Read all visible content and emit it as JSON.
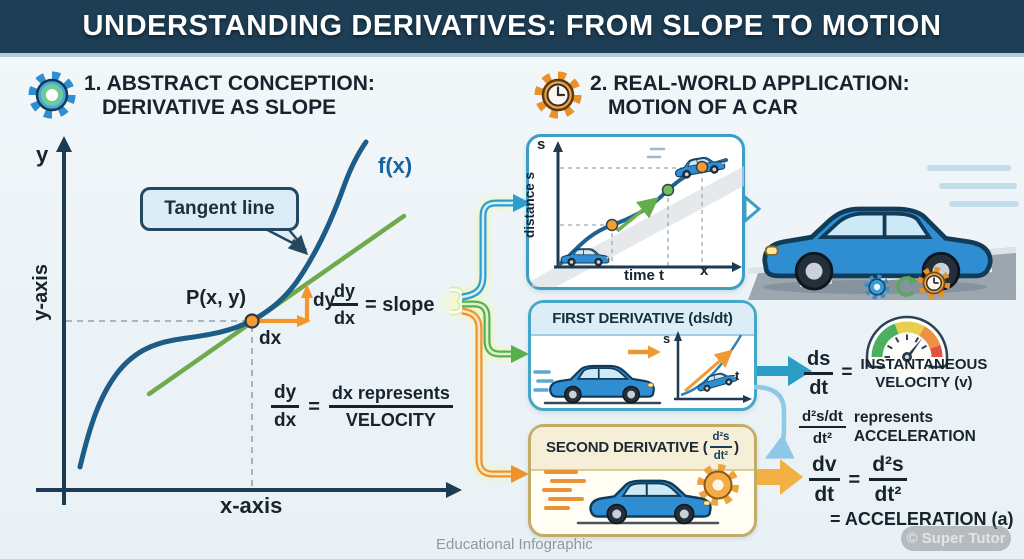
{
  "header": {
    "title": "UNDERSTANDING DERIVATIVES: FROM SLOPE TO MOTION"
  },
  "left_section": {
    "icon": "gear-icon",
    "heading_line1": "1. ABSTRACT CONCEPTION:",
    "heading_line2": "DERIVATIVE AS SLOPE",
    "graph": {
      "y_var": "y",
      "y_axis": "y-axis",
      "x_axis": "x-axis",
      "function_label": "f(x)",
      "tangent_callout": "Tangent line",
      "point_label": "P(x, y)",
      "dy_label": "dy",
      "dx_label": "dx",
      "slope_fraction": {
        "num": "dy",
        "den": "dx"
      },
      "slope_equals": "= slope"
    },
    "formula": {
      "lhs_num": "dy",
      "lhs_den": "dx",
      "equals": "=",
      "rhs_num": "dx represents",
      "rhs_den": "VELOCITY"
    }
  },
  "right_section": {
    "icon": "gear-clock-icon",
    "heading_line1": "2. REAL-WORLD APPLICATION:",
    "heading_line2": "MOTION OF A CAR",
    "distance_graph": {
      "y_var": "s",
      "y_axis": "distance s",
      "x_axis": "time t",
      "x_var": "x"
    },
    "first_derivative": {
      "title": "FIRST DERIVATIVE (ds/dt)",
      "mini_graph": {
        "y_var": "s",
        "x_var": "t"
      }
    },
    "second_derivative": {
      "title_prefix": "SECOND DERIVATIVE (",
      "frac_num": "d²s",
      "frac_den": "dt²",
      "title_suffix": ")"
    },
    "velocity_result": {
      "num": "ds",
      "den": "dt",
      "equals": "=",
      "line1": "INSTANTANEOUS",
      "line2": "VELOCITY (v)"
    },
    "acceleration_note": {
      "num": "d²s/dt",
      "den": "dt²",
      "line1": "represents",
      "line2": "ACCELERATION"
    },
    "acceleration_result": {
      "num1": "dv",
      "den1": "dt",
      "equals": "=",
      "num2": "d²s",
      "den2": "dt²",
      "result": "= ACCELERATION (a)"
    },
    "icons_row": [
      "gear-icon",
      "refresh-icon",
      "gear-clock-icon"
    ],
    "speedometer_icon": "speedometer-icon"
  },
  "footer": {
    "caption": "Educational Infographic",
    "watermark": "© Super Tutor"
  },
  "palette": {
    "header_bg": "#1d3e55",
    "navy": "#1d3b53",
    "curve_blue": "#1c5c86",
    "green": "#6fab4c",
    "orange": "#f0932c",
    "teal": "#2c9dcd",
    "gold_border": "#c3ad66",
    "panel_blue_border": "#45a7c8"
  }
}
